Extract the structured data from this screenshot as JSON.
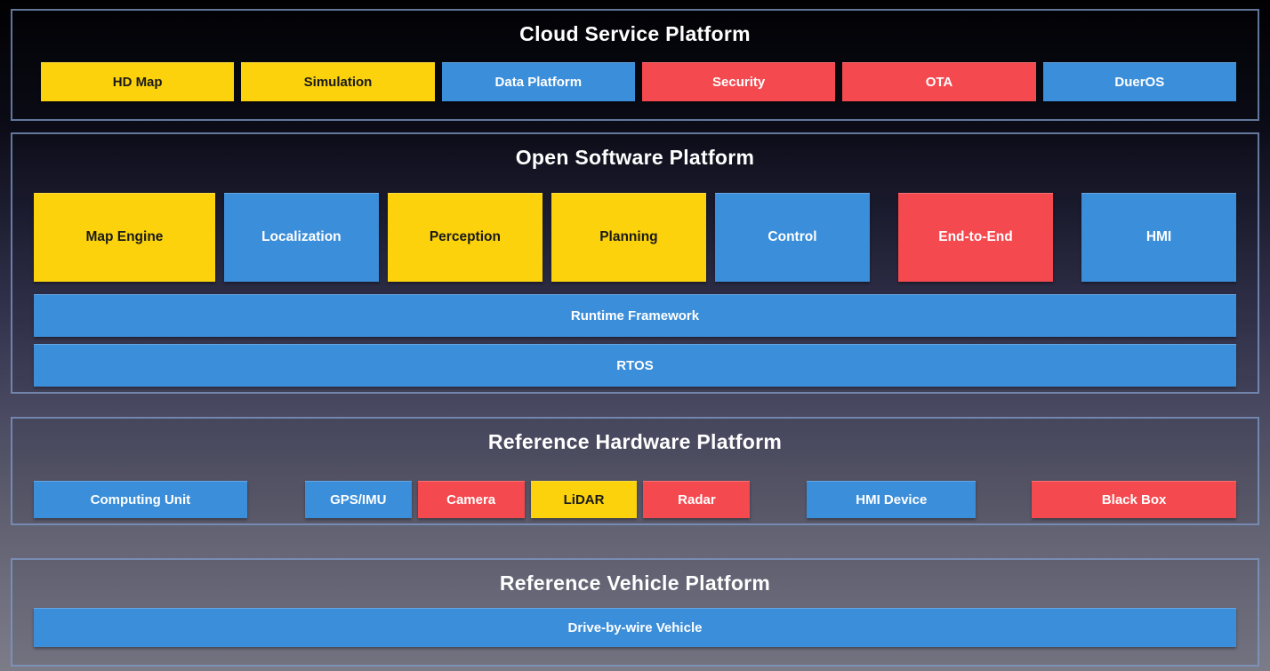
{
  "colors": {
    "yellow": "#FBD20B",
    "blue": "#3B8EDA",
    "red": "#F4494E",
    "panel_border": "#829CCA",
    "title_text": "#FFFFFF",
    "yellow_box_text": "#1A1A1A",
    "colored_box_text": "#FFFFFF"
  },
  "sections": [
    {
      "id": "cloud-service-platform",
      "title": "Cloud Service Platform",
      "rows": [
        {
          "type": "boxes",
          "boxes": [
            {
              "label": "HD Map",
              "color": "yellow"
            },
            {
              "label": "Simulation",
              "color": "yellow"
            },
            {
              "label": "Data Platform",
              "color": "blue"
            },
            {
              "label": "Security",
              "color": "red"
            },
            {
              "label": "OTA",
              "color": "red"
            },
            {
              "label": "DuerOS",
              "color": "blue"
            }
          ]
        }
      ]
    },
    {
      "id": "open-software-platform",
      "title": "Open Software Platform",
      "rows": [
        {
          "type": "boxes",
          "boxes": [
            {
              "label": "Map Engine",
              "color": "yellow"
            },
            {
              "label": "Localization",
              "color": "blue"
            },
            {
              "label": "Perception",
              "color": "yellow"
            },
            {
              "label": "Planning",
              "color": "yellow"
            },
            {
              "label": "Control",
              "color": "blue"
            },
            {
              "label": "End-to-End",
              "color": "red"
            },
            {
              "label": "HMI",
              "color": "blue"
            }
          ]
        },
        {
          "type": "bar",
          "boxes": [
            {
              "label": "Runtime Framework",
              "color": "blue"
            }
          ]
        },
        {
          "type": "bar",
          "boxes": [
            {
              "label": "RTOS",
              "color": "blue"
            }
          ]
        }
      ]
    },
    {
      "id": "reference-hardware-platform",
      "title": "Reference Hardware Platform",
      "rows": [
        {
          "type": "boxes",
          "boxes": [
            {
              "label": "Computing Unit",
              "color": "blue"
            },
            {
              "label": "GPS/IMU",
              "color": "blue"
            },
            {
              "label": "Camera",
              "color": "red"
            },
            {
              "label": "LiDAR",
              "color": "yellow"
            },
            {
              "label": "Radar",
              "color": "red"
            },
            {
              "label": "HMI Device",
              "color": "blue"
            },
            {
              "label": "Black Box",
              "color": "red"
            }
          ]
        }
      ]
    },
    {
      "id": "reference-vehicle-platform",
      "title": "Reference Vehicle Platform",
      "rows": [
        {
          "type": "bar",
          "boxes": [
            {
              "label": "Drive-by-wire Vehicle",
              "color": "blue"
            }
          ]
        }
      ]
    }
  ]
}
